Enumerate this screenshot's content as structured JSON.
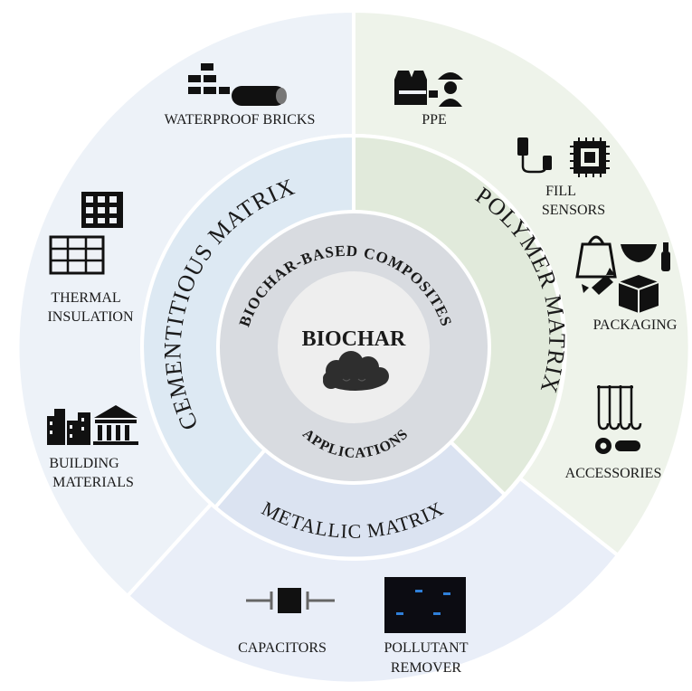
{
  "center": {
    "title": "BIOCHAR"
  },
  "inner_ring": {
    "top_arc": "BIOCHAR-BASED COMPOSITES",
    "bottom_arc": "APPLICATIONS"
  },
  "matrices": {
    "cementitious": "CEMENTITIOUS MATRIX",
    "polymer": "POLYMER MATRIX",
    "metallic": "METALLIC MATRIX"
  },
  "applications": {
    "cementitious": [
      {
        "lines": [
          "WATERPROOF BRICKS"
        ],
        "icon": "bricks-pipe-icon"
      },
      {
        "lines": [
          "THERMAL",
          "INSULATION"
        ],
        "icon": "insulation-panel-icon"
      },
      {
        "lines": [
          "BUILDING",
          "MATERIALS"
        ],
        "icon": "buildings-icon"
      }
    ],
    "polymer": [
      {
        "lines": [
          "PPE"
        ],
        "icon": "worker-vest-icon"
      },
      {
        "lines": [
          "FILL",
          "SENSORS"
        ],
        "icon": "sensor-chip-icon"
      },
      {
        "lines": [
          "PACKAGING"
        ],
        "icon": "packaging-icon"
      },
      {
        "lines": [
          "ACCESSORIES"
        ],
        "icon": "hooks-accessories-icon"
      }
    ],
    "metallic": [
      {
        "lines": [
          "CAPACITORS"
        ],
        "icon": "capacitor-icon"
      },
      {
        "lines": [
          "POLLUTANT",
          "REMOVER"
        ],
        "icon": "pollutant-panel-icon"
      }
    ]
  },
  "colors": {
    "cementitious_outer": "#edf2f8",
    "cementitious_inner": "#dde9f3",
    "polymer_outer": "#eef3ea",
    "polymer_inner": "#e1eadb",
    "metallic_outer": "#e9eef8",
    "metallic_inner": "#dbe3f1",
    "inner_ring": "#d8dbe0",
    "center": "#eeeeee",
    "separator": "#ffffff"
  }
}
